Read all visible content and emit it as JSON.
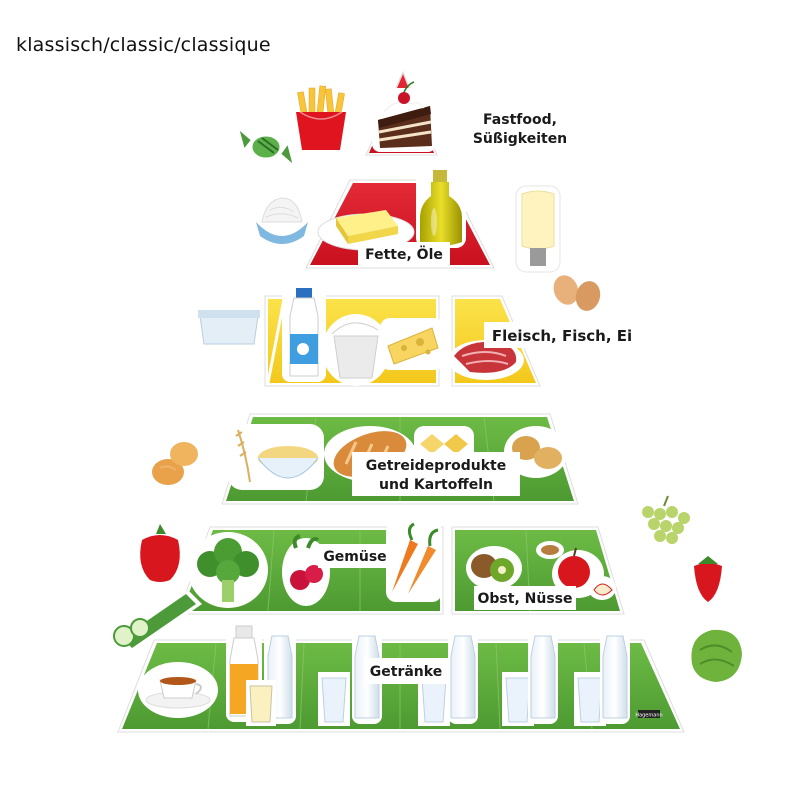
{
  "title": "klassisch/classic/classique",
  "levels": {
    "fastfood": "Fastfood,",
    "fastfood_2": "Süßigkeiten",
    "fats": "Fette, Öle",
    "protein": "Fleisch, Fisch, Ei",
    "grains": "Getreideprodukte",
    "grains_2": "und Kartoffeln",
    "vegetables": "Gemüse",
    "fruit": "Obst, Nüsse",
    "drinks": "Getränke"
  },
  "brand": "Hagemann",
  "colors": {
    "red": "#d8192b",
    "yellow": "#f6d22a",
    "green": "#5aa63a",
    "light_green": "#6cbb44"
  }
}
